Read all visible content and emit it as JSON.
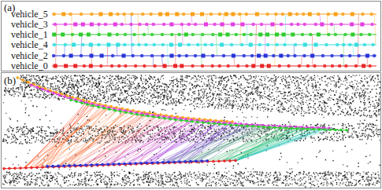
{
  "diagram": {
    "labels": [
      "(a)",
      "vehicle_5",
      "vehicle_3",
      "vehicle_1",
      "vehicle_4",
      "vehicle_2",
      "vehicle_0",
      "(b)"
    ]
  }
}
